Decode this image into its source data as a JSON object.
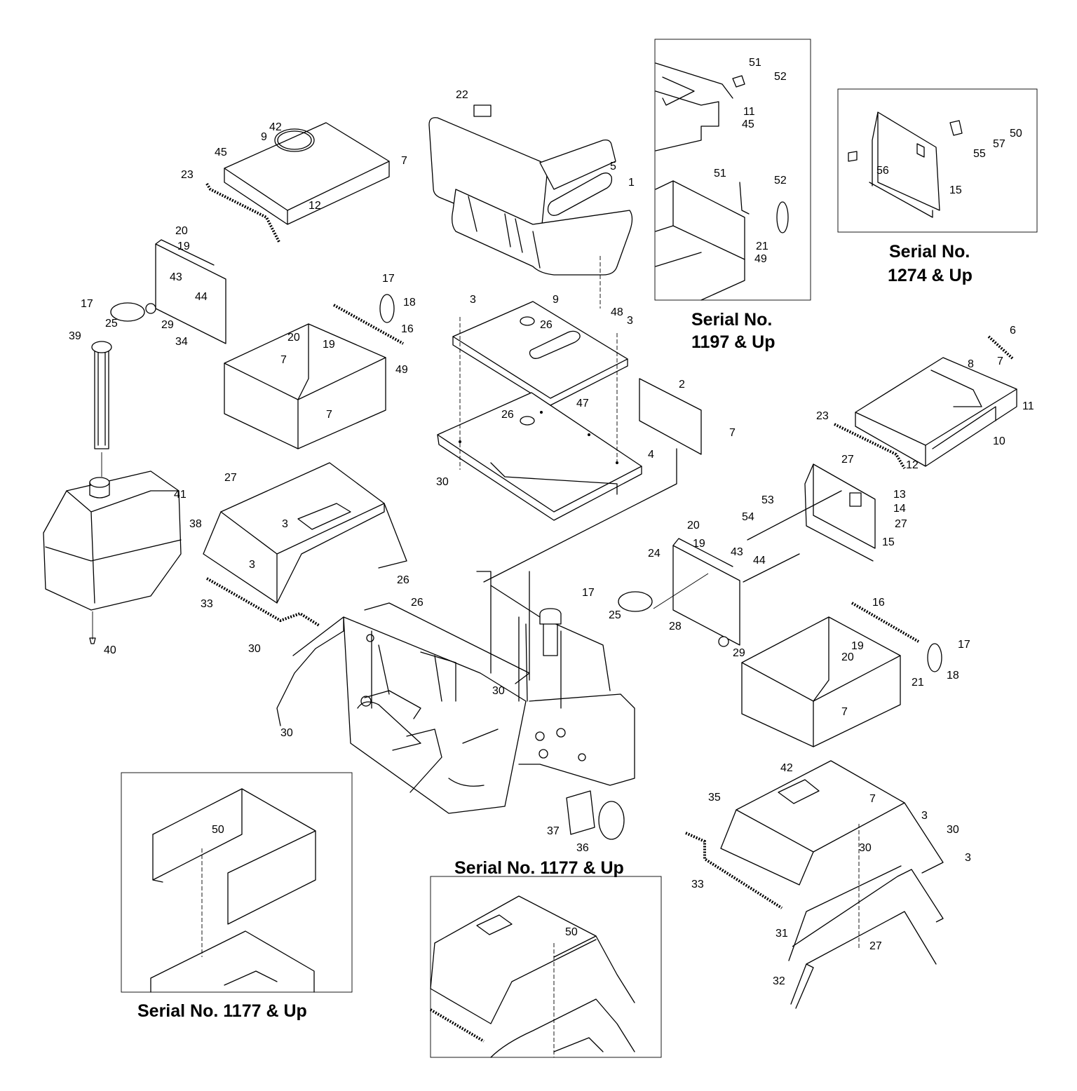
{
  "captions": {
    "inset_1197_line1": "Serial No.",
    "inset_1197_line2": "1197 & Up",
    "inset_1274_line1": "Serial No.",
    "inset_1274_line2": "1274 & Up",
    "frame_1177": "Serial No. 1177 & Up",
    "inset_left_1177": "Serial No. 1177 & Up"
  },
  "callouts": {
    "c1": "1",
    "c2": "2",
    "c3a": "3",
    "c3b": "3",
    "c3c": "3",
    "c3d": "3",
    "c3e": "3",
    "c3f": "3",
    "c4": "4",
    "c5": "5",
    "c6": "6",
    "c7a": "7",
    "c7b": "7",
    "c7c": "7",
    "c7d": "7",
    "c7e": "7",
    "c7f": "7",
    "c7g": "7",
    "c8": "8",
    "c9a": "9",
    "c9b": "9",
    "c10": "10",
    "c11a": "11",
    "c11b": "11",
    "c12a": "12",
    "c12b": "12",
    "c13": "13",
    "c14": "14",
    "c15a": "15",
    "c15b": "15",
    "c16a": "16",
    "c16b": "16",
    "c17a": "17",
    "c17b": "17",
    "c17c": "17",
    "c17d": "17",
    "c18a": "18",
    "c18b": "18",
    "c19a": "19",
    "c19b": "19",
    "c19c": "19",
    "c19d": "19",
    "c20a": "20",
    "c20b": "20",
    "c20c": "20",
    "c20d": "20",
    "c21a": "21",
    "c21b": "21",
    "c22": "22",
    "c23a": "23",
    "c23b": "23",
    "c24": "24",
    "c25a": "25",
    "c25b": "25",
    "c26a": "26",
    "c26b": "26",
    "c26c": "26",
    "c26d": "26",
    "c27a": "27",
    "c27b": "27",
    "c27c": "27",
    "c27d": "27",
    "c28": "28",
    "c29a": "29",
    "c29b": "29",
    "c30a": "30",
    "c30b": "30",
    "c30c": "30",
    "c30d": "30",
    "c30e": "30",
    "c30f": "30",
    "c31": "31",
    "c32": "32",
    "c33a": "33",
    "c33b": "33",
    "c34": "34",
    "c35": "35",
    "c36": "36",
    "c37": "37",
    "c38": "38",
    "c39": "39",
    "c40": "40",
    "c41": "41",
    "c42a": "42",
    "c42b": "42",
    "c43a": "43",
    "c43b": "43",
    "c44a": "44",
    "c44b": "44",
    "c45a": "45",
    "c45b": "45",
    "c47": "47",
    "c48": "48",
    "c49a": "49",
    "c49b": "49",
    "c50a": "50",
    "c50b": "50",
    "c50c": "50",
    "c51a": "51",
    "c51b": "51",
    "c52a": "52",
    "c52b": "52",
    "c53": "53",
    "c54": "54",
    "c55": "55",
    "c56": "56",
    "c57": "57"
  }
}
